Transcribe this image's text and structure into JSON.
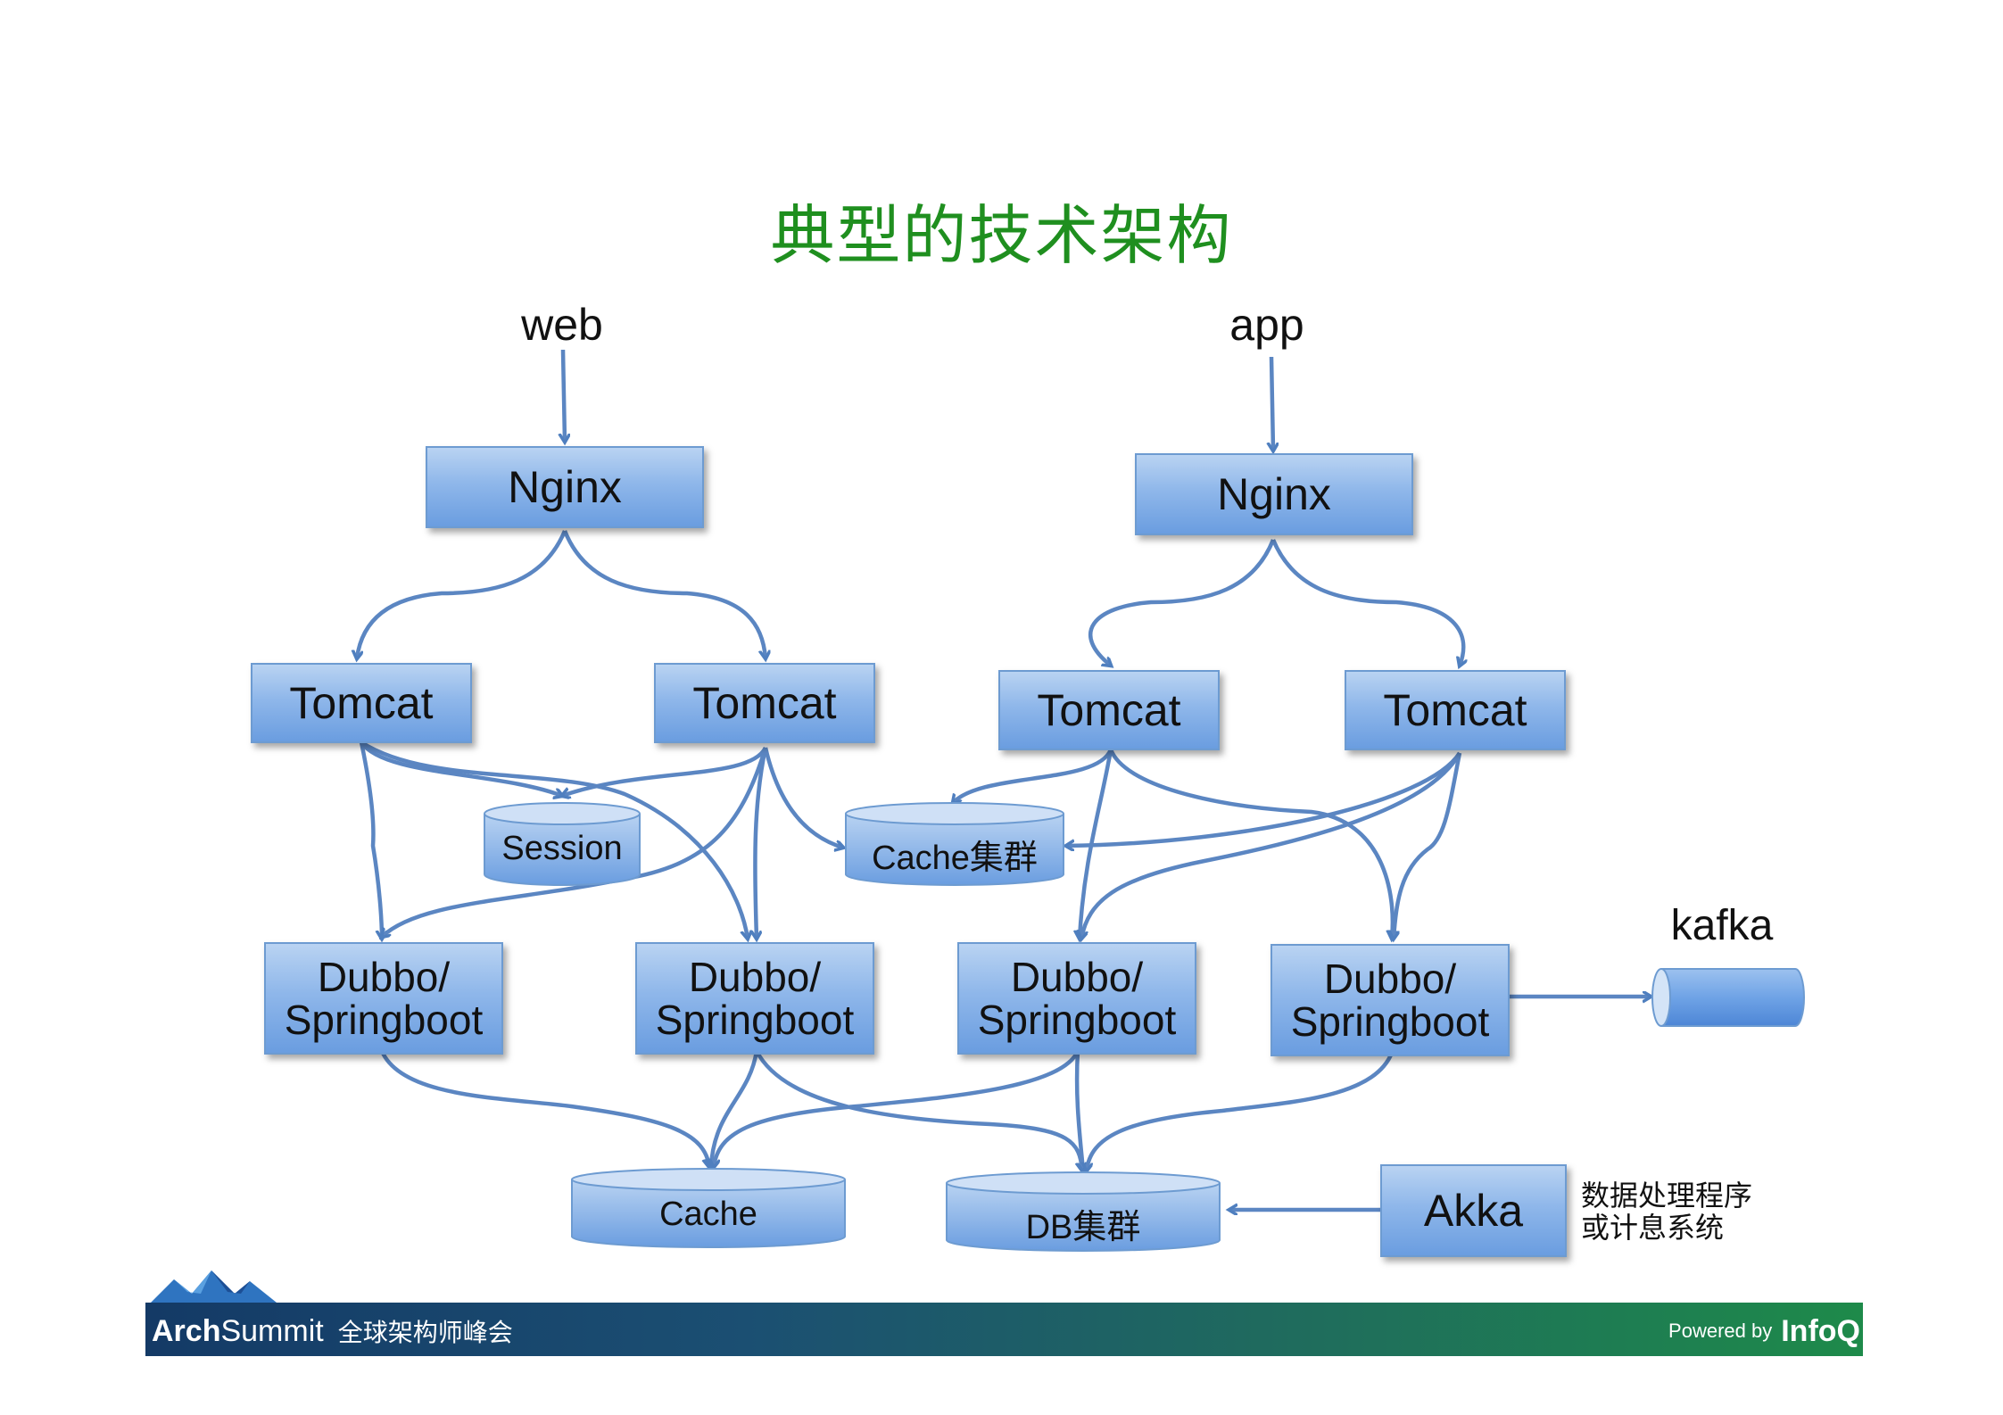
{
  "title": "典型的技术架构",
  "entries": {
    "web": "web",
    "app": "app"
  },
  "nodes": {
    "nginx_web": "Nginx",
    "nginx_app": "Nginx",
    "tomcat_1": "Tomcat",
    "tomcat_2": "Tomcat",
    "tomcat_3": "Tomcat",
    "tomcat_4": "Tomcat",
    "dubbo_1": "Dubbo/\nSpringboot",
    "dubbo_2": "Dubbo/\nSpringboot",
    "dubbo_3": "Dubbo/\nSpringboot",
    "dubbo_4": "Dubbo/\nSpringboot",
    "akka": "Akka"
  },
  "stores": {
    "session": "Session",
    "cache_cluster": "Cache集群",
    "cache": "Cache",
    "db_cluster": "DB集群"
  },
  "kafka_label": "kafka",
  "akka_note": "数据处理程序\n或计息系统",
  "footer": {
    "brand_bold": "Arch",
    "brand_rest": "Summit",
    "brand_cn": "全球架构师峰会",
    "powered_by": "Powered by",
    "infoq": "InfoQ"
  },
  "colors": {
    "arrow": "#4f7fbf",
    "title": "#1f8f1f",
    "box": "#8fb7ea"
  }
}
